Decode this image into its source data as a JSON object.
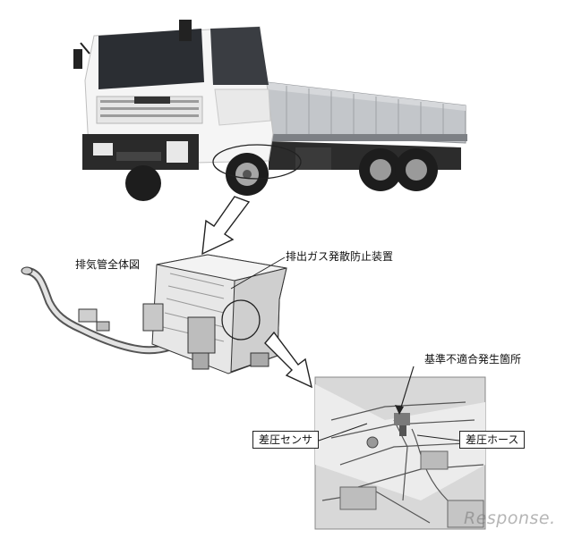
{
  "labels": {
    "exhaust_overall": "排気管全体図",
    "emission_device": "排出ガス発散防止装置",
    "nonconformity_location": "基準不適合発生箇所",
    "diff_pressure_sensor": "差圧センサ",
    "diff_pressure_hose": "差圧ホース"
  },
  "watermark": "Response.",
  "colors": {
    "cab": "#f4f4f4",
    "bed": "#b9bcc0",
    "chassis": "#2a2a2a",
    "line": "#1a1a1a"
  }
}
